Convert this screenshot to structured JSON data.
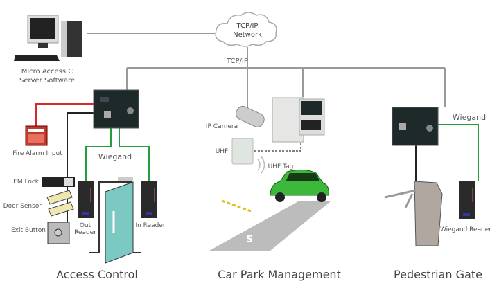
{
  "network": {
    "cloud_line1": "TCP/IP",
    "cloud_line2": "Network",
    "bus_label": "TCP/IP"
  },
  "server": {
    "line1": "Micro Access C",
    "line2": "Server Software"
  },
  "access_control": {
    "title": "Access Control",
    "fire_alarm": "Fire Alarm Input",
    "wiegand": "Wiegand",
    "em_lock": "EM Lock",
    "door_sensor": "Door Sensor",
    "exit_button": "Exit Button",
    "out_reader_1": "Out",
    "out_reader_2": "Reader",
    "in_reader": "In Reader"
  },
  "car_park": {
    "title": "Car Park Management",
    "ip_camera": "IP Camera",
    "uhf": "UHF",
    "uhf_tag": "UHF Tag"
  },
  "pedestrian": {
    "title": "Pedestrian Gate",
    "wiegand": "Wiegand",
    "reader": "Wiegand Reader"
  },
  "colors": {
    "network_wire": "#999999",
    "fire_wire": "#d42a2a",
    "wiegand_wire": "#22a03c",
    "lock_wire": "#222222",
    "car": "#3cb83a"
  }
}
